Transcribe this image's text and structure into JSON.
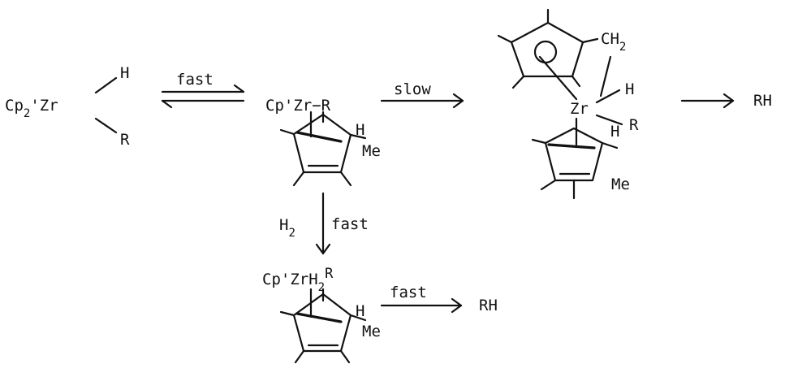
{
  "species": {
    "hydride": {
      "base": "Cp",
      "sub": "2",
      "suffix": "'Zr",
      "h": "H",
      "r": "R"
    },
    "alkyl": {
      "text": "Cp'Zr",
      "bond": "−",
      "r": "R",
      "h": "H",
      "me": "Me"
    },
    "metallacycle": {
      "ch2": "CH",
      "ch2_sub": "2",
      "zr": "Zr",
      "h": "H",
      "r": "R",
      "ring_h": "H",
      "me": "Me"
    },
    "dihydride": {
      "base": "Cp'ZrH",
      "sub": "2",
      "suffix": "R",
      "h": "H",
      "me": "Me"
    }
  },
  "arrows": {
    "equilibrium": "fast",
    "tuck_in": "slow",
    "hydrogenolysis_reagent": "H",
    "hydrogenolysis_reagent_sub": "2",
    "hydrogenolysis_rate": "fast",
    "dihydride_elimination": "fast"
  },
  "products": {
    "rh_top": "RH",
    "rh_bottom": "RH"
  }
}
